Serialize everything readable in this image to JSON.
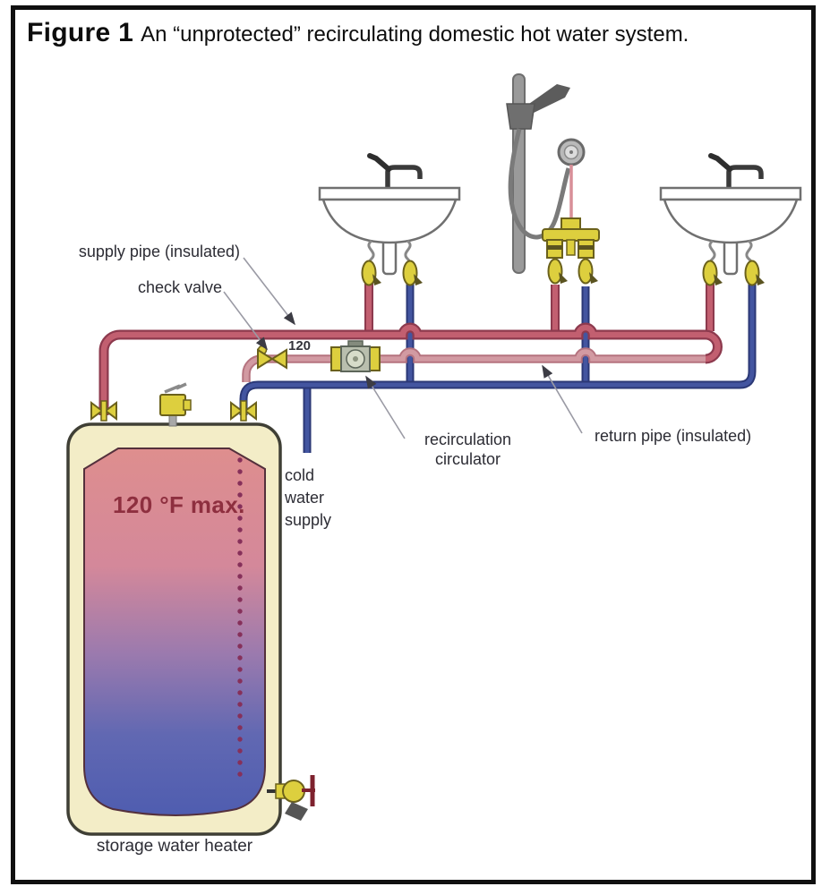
{
  "figure": {
    "label": "Figure 1",
    "caption": "An “unprotected” recirculating domestic hot water system."
  },
  "diagram": {
    "annotations": {
      "supply_pipe": "supply pipe (insulated)",
      "check_valve": "check valve",
      "pipe_temp": "120",
      "recirculation_circulator": "recirculation circulator",
      "return_pipe": "return pipe (insulated)",
      "cold_water_supply": "cold water supply",
      "tank_temp": "120 °F max.",
      "storage_water_heater": "storage water heater"
    },
    "colors": {
      "hot_pipe": "#c25f70",
      "return_pipe": "#d29aa2",
      "cold_pipe": "#4355a0",
      "brass_fitting": "#ddcf3e",
      "tank_shell": "#f3edc7",
      "tank_hot_water": "#de8e8e",
      "tank_cold_water": "#4f5db0"
    }
  }
}
